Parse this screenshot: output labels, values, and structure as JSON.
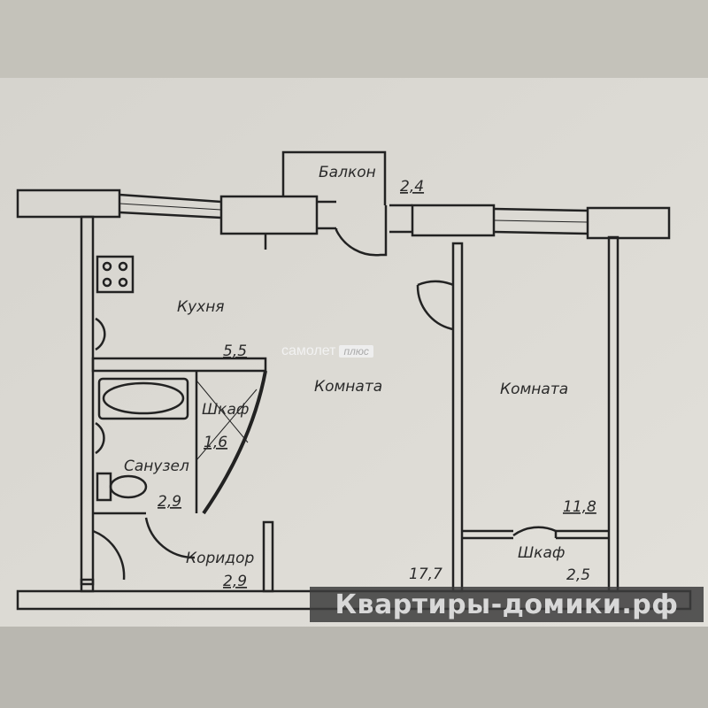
{
  "rooms": {
    "balcony": {
      "name": "Балкон",
      "area": "2,4"
    },
    "kitchen": {
      "name": "Кухня",
      "area": "5,5"
    },
    "room1": {
      "name": "Комната",
      "area": "17,7"
    },
    "room2": {
      "name": "Комната",
      "area": "11,8"
    },
    "closet1": {
      "name": "Шкаф",
      "area": "1,6"
    },
    "bathroom": {
      "name": "Санузел",
      "area": "2,9"
    },
    "corridor": {
      "name": "Коридор",
      "area": "2,9"
    },
    "closet2": {
      "name": "Шкаф",
      "area": "2,5"
    }
  },
  "watermark": {
    "brand": "самолет",
    "suffix": "плюс"
  },
  "banner": {
    "text": "Квартиры-домики.рф"
  },
  "colors": {
    "paper": "#dcdad4",
    "ink": "#222222",
    "banner": "#3c3c3c",
    "logo": "#8cc63f"
  }
}
